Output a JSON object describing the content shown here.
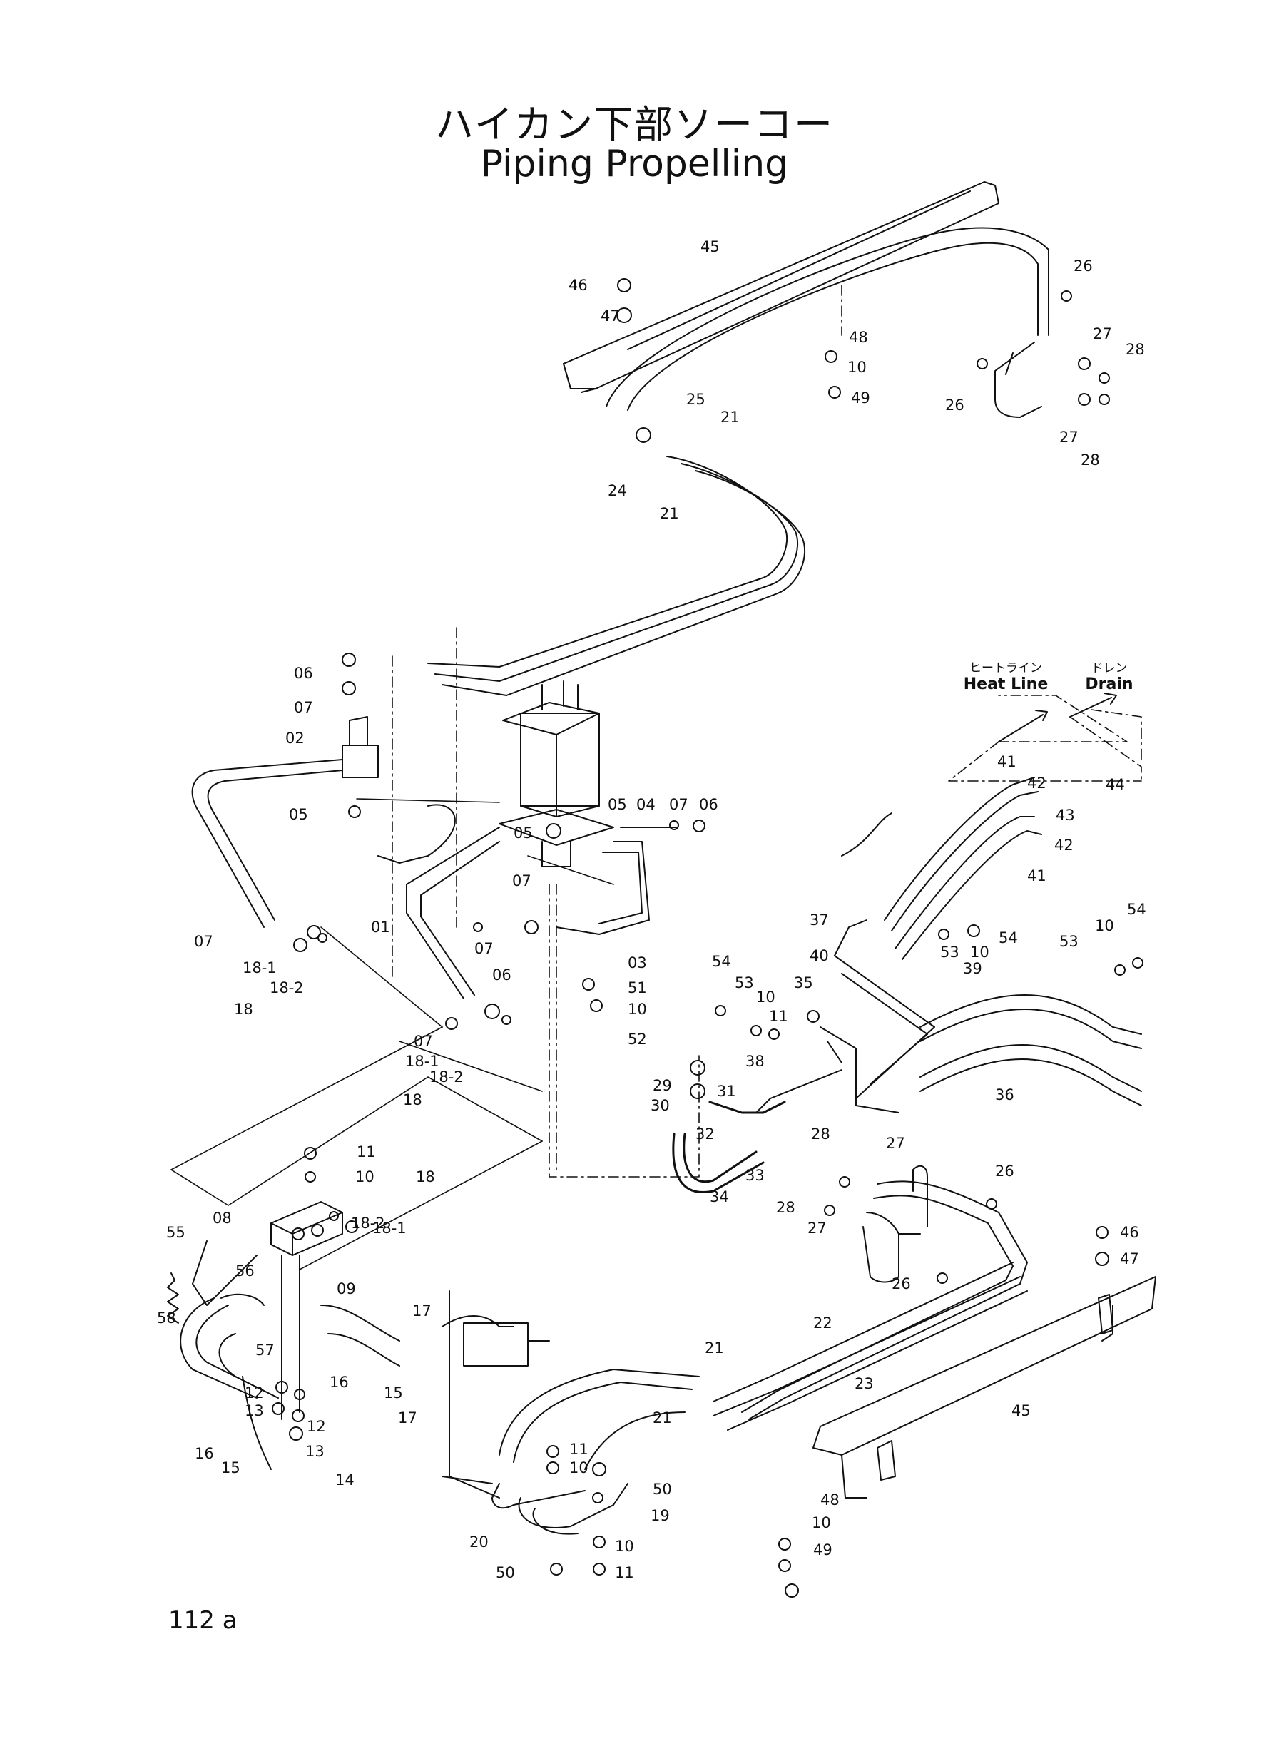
{
  "title": {
    "japanese": "ハイカン下部ソーコー",
    "english": "Piping Propelling"
  },
  "annotations": {
    "heat_line": {
      "japanese": "ヒートライン",
      "english": "Heat Line"
    },
    "drain": {
      "japanese": "ドレン",
      "english": "Drain"
    }
  },
  "page_number": "112 a",
  "callouts": [
    "45",
    "46",
    "47",
    "48",
    "10",
    "49",
    "26",
    "27",
    "28",
    "26",
    "27",
    "28",
    "25",
    "21",
    "24",
    "21",
    "06",
    "07",
    "02",
    "05",
    "05",
    "04",
    "07",
    "06",
    "41",
    "42",
    "44",
    "43",
    "42",
    "41",
    "37",
    "40",
    "54",
    "53",
    "10",
    "01",
    "07",
    "05",
    "03",
    "51",
    "10",
    "52",
    "07",
    "06",
    "07",
    "18-1",
    "18-2",
    "18",
    "07",
    "18-1",
    "18-2",
    "18",
    "54",
    "53",
    "10",
    "11",
    "35",
    "38",
    "29",
    "31",
    "30",
    "32",
    "33",
    "34",
    "39",
    "36",
    "53",
    "10",
    "54",
    "11",
    "10",
    "18",
    "18-2",
    "18-1",
    "08",
    "55",
    "56",
    "58",
    "09",
    "28",
    "27",
    "28",
    "27",
    "26",
    "26",
    "46",
    "47",
    "57",
    "17",
    "17",
    "16",
    "15",
    "12",
    "13",
    "12",
    "13",
    "16",
    "15",
    "14",
    "22",
    "23",
    "21",
    "21",
    "45",
    "11",
    "10",
    "50",
    "19",
    "10",
    "20",
    "50",
    "11",
    "48",
    "10",
    "49"
  ]
}
